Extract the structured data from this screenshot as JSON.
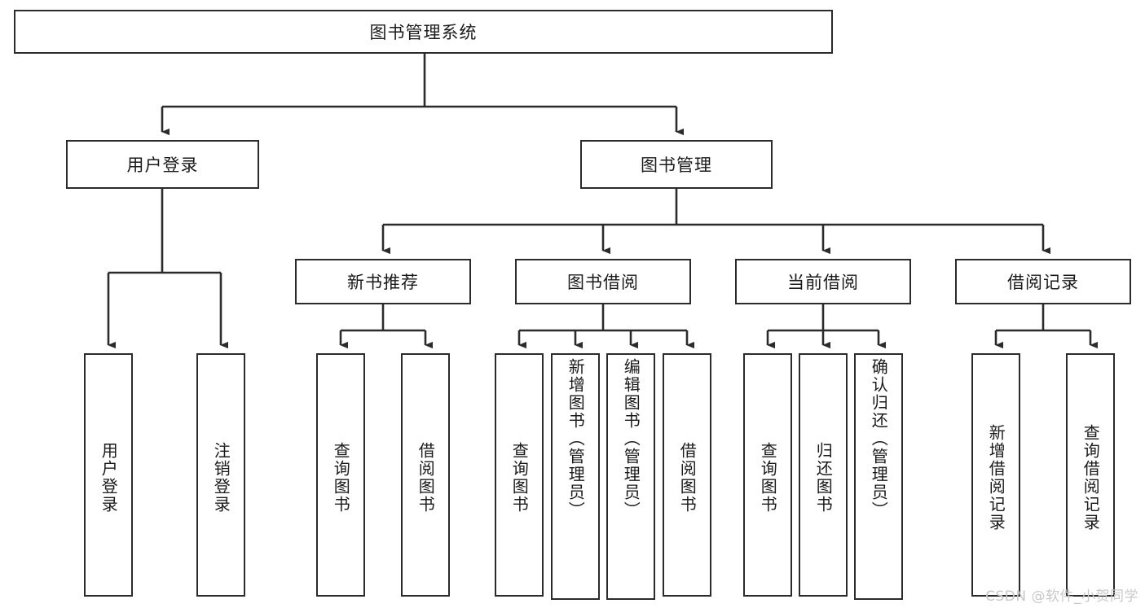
{
  "diagram": {
    "title": "图书管理系统",
    "type": "tree",
    "root": {
      "id": "root",
      "label": "图书管理系统"
    },
    "level2": [
      {
        "id": "user-login",
        "label": "用户登录"
      },
      {
        "id": "book-manage",
        "label": "图书管理"
      }
    ],
    "level3": [
      {
        "id": "new-book-recommend",
        "label": "新书推荐"
      },
      {
        "id": "book-borrow",
        "label": "图书借阅"
      },
      {
        "id": "current-borrow",
        "label": "当前借阅"
      },
      {
        "id": "borrow-record",
        "label": "借阅记录"
      }
    ],
    "leaves": [
      {
        "id": "leaf-user-login",
        "label": "用户登录",
        "parent": "user-login"
      },
      {
        "id": "leaf-user-logout",
        "label": "注销登录",
        "parent": "user-login"
      },
      {
        "id": "leaf-query-book-1",
        "label": "查询图书",
        "parent": "new-book-recommend"
      },
      {
        "id": "leaf-borrow-book-1",
        "label": "借阅图书",
        "parent": "new-book-recommend"
      },
      {
        "id": "leaf-query-book-2",
        "label": "查询图书",
        "parent": "book-borrow"
      },
      {
        "id": "leaf-add-book",
        "label": "新增图书（管理员）",
        "parent": "book-borrow"
      },
      {
        "id": "leaf-edit-book",
        "label": "编辑图书（管理员）",
        "parent": "book-borrow"
      },
      {
        "id": "leaf-borrow-book-2",
        "label": "借阅图书",
        "parent": "book-borrow"
      },
      {
        "id": "leaf-query-book-3",
        "label": "查询图书",
        "parent": "current-borrow"
      },
      {
        "id": "leaf-return-book",
        "label": "归还图书",
        "parent": "current-borrow"
      },
      {
        "id": "leaf-confirm-return",
        "label": "确认归还（管理员）",
        "parent": "current-borrow"
      },
      {
        "id": "leaf-add-record",
        "label": "新增借阅记录",
        "parent": "borrow-record"
      },
      {
        "id": "leaf-query-record",
        "label": "查询借阅记录",
        "parent": "borrow-record"
      }
    ]
  },
  "watermark": {
    "text": "CSDN @软件_小贺同学"
  },
  "colors": {
    "stroke": "#2b2b2b",
    "text": "#1a1a1a",
    "background": "#ffffff",
    "watermark": "#c8c8c8"
  }
}
